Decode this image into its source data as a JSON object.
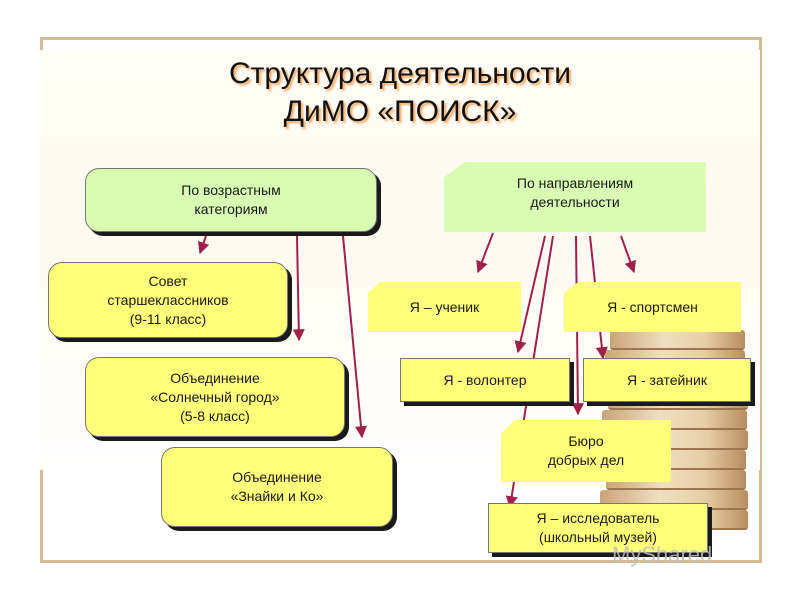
{
  "title": {
    "line1": "Структура деятельности",
    "line2": "ДиМО «ПОИСК»"
  },
  "left_header": {
    "line1": "По возрастным",
    "line2": "категориям"
  },
  "right_header": {
    "line1": "По направлениям",
    "line2": "деятельности"
  },
  "left_boxes": [
    {
      "line1": "Совет",
      "line2": "старшеклассников",
      "line3": "(9-11 класс)"
    },
    {
      "line1": "Объединение",
      "line2": "«Солнечный город»",
      "line3": "(5-8 класс)"
    },
    {
      "line1": "Объединение",
      "line2": "«Знайки и Ко»"
    }
  ],
  "right_boxes": [
    {
      "label": "Я – ученик"
    },
    {
      "label": "Я - спортсмен"
    },
    {
      "label": "Я - волонтер"
    },
    {
      "label": "Я - затейник"
    },
    {
      "line1": "Бюро",
      "line2": "добрых дел"
    },
    {
      "line1": "Я – исследователь",
      "line2": "(школьный музей)"
    }
  ],
  "watermark": "MyShared",
  "colors": {
    "arrow": "#a0204a",
    "yellow_box": "#ffff7a",
    "green_box": "#d8fcb2",
    "title_shadow": "#f3a35a"
  }
}
